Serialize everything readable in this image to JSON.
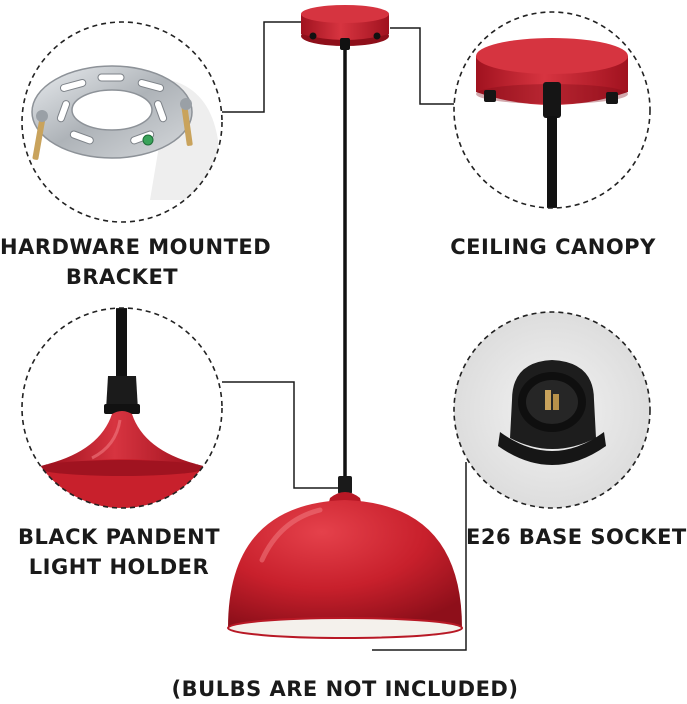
{
  "labels": {
    "bracket_line1": "HARDWARE MOUNTED",
    "bracket_line2": "BRACKET",
    "canopy": "CEILING CANOPY",
    "holder_line1": "BLACK PANDENT",
    "holder_line2": "LIGHT HOLDER",
    "socket": "E26 BASE SOCKET",
    "footnote": "(BULBS ARE NOT INCLUDED)"
  },
  "colors": {
    "shade_red": "#c8202c",
    "shade_dark": "#8e0f1a",
    "shade_inner": "#f4f1ec",
    "cord": "#111111",
    "leader_line": "#1a1a1a",
    "circle_dash": "#222222"
  }
}
